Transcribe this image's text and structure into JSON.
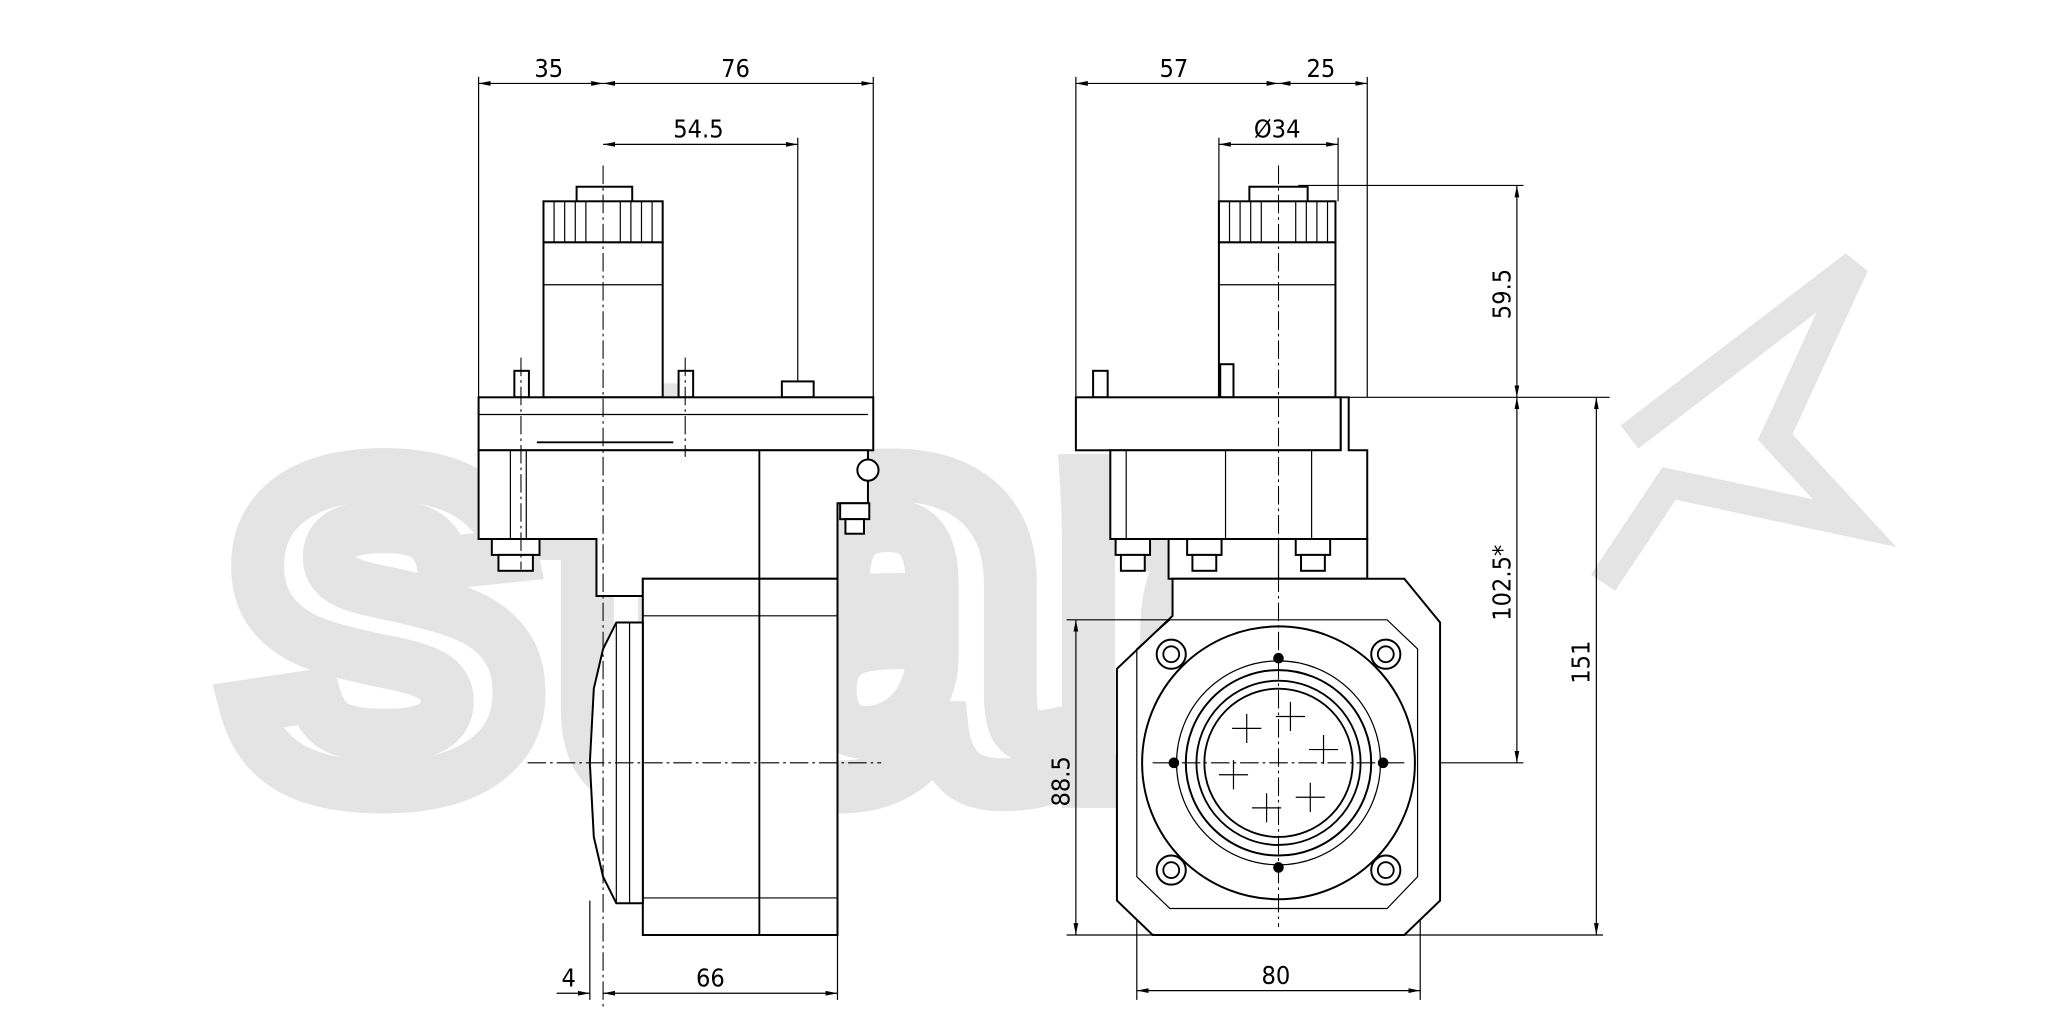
{
  "watermark": {
    "text": "star",
    "color": "#e4e4e4"
  },
  "side_view": {
    "dimensions": {
      "top_left": "35",
      "top_right": "76",
      "motor_offset": "54.5",
      "bottom_small": "4",
      "bottom_width": "66"
    }
  },
  "front_view": {
    "dimensions": {
      "top_left": "57",
      "top_right": "25",
      "diameter": "Ø34",
      "motor_height": "59.5",
      "center_height": "102.5*",
      "total_height": "151",
      "lower_height": "88.5",
      "bottom_width": "80"
    }
  }
}
